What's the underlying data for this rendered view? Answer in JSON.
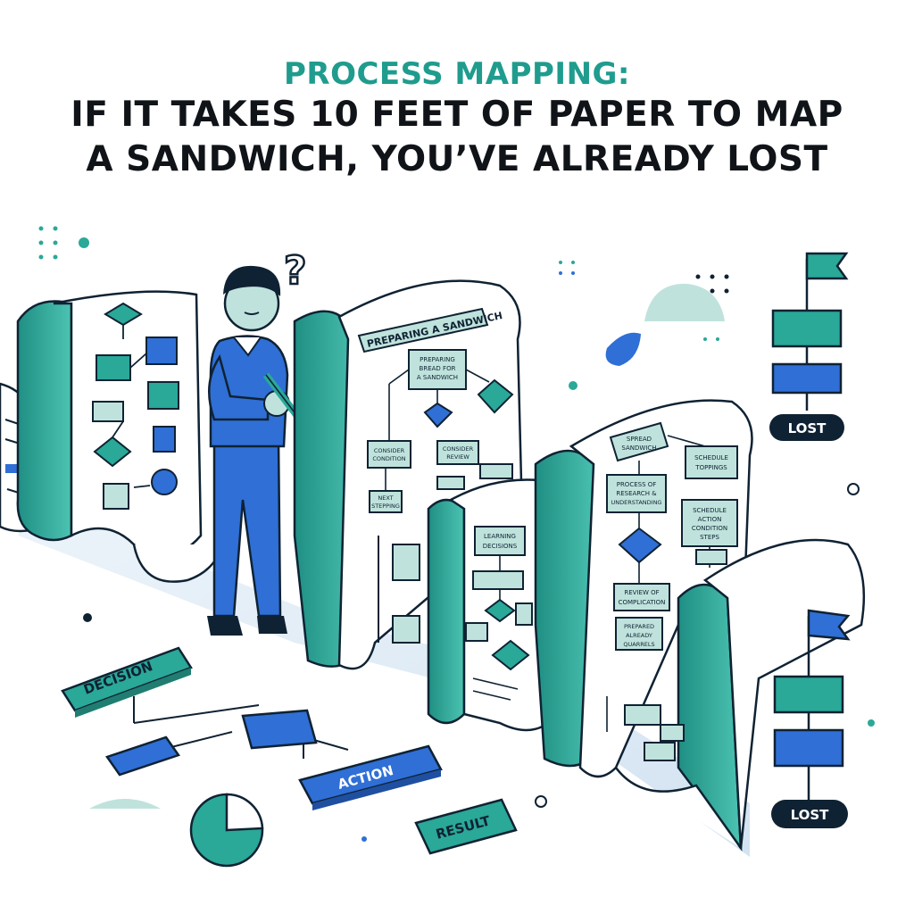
{
  "headline": {
    "kicker": "PROCESS MAPPING:",
    "line1": "IF IT TAKES 10 FEET OF PAPER TO MAP",
    "line2": "A SANDWICH, YOU’VE ALREADY LOST"
  },
  "scroll": {
    "banner": "PREPARING A SANDWICH",
    "box_main": [
      "PREPARING",
      "BREAD FOR",
      "A SANDWICH"
    ],
    "box_condition": [
      "CONSIDER",
      "CONDITION"
    ],
    "box_reconsider": [
      "CONSIDER",
      "REVIEW"
    ],
    "box_next": [
      "NEXT",
      "STEPPING"
    ],
    "box_learning": [
      "LEARNING",
      "DECISIONS"
    ],
    "box_spread": [
      "SPREAD",
      "SANDWICH"
    ],
    "box_schedule": [
      "SCHEDULE",
      "TOPPINGS"
    ],
    "box_process": [
      "PROCESS OF",
      "RESEARCH &",
      "UNDERSTANDING"
    ],
    "box_action_steps": [
      "SCHEDULE",
      "ACTION",
      "CONDITION",
      "STEPS"
    ],
    "box_complication": [
      "REVIEW OF",
      "COMPLICATION"
    ],
    "box_prepared": [
      "PREPARED",
      "ALREADY",
      "QUARRELS"
    ]
  },
  "floor": {
    "decision": "DECISION",
    "action": "ACTION",
    "result": "RESULT"
  },
  "flags": {
    "top_label": "LOST",
    "bottom_label": "LOST"
  },
  "figure": {
    "question_mark": "?"
  },
  "colors": {
    "teal": "#2aa898",
    "teal_light": "#bfe3dc",
    "blue": "#2f6fd6",
    "ink": "#0f2233",
    "paper": "#ffffff",
    "floor": "#d6e6f3"
  }
}
